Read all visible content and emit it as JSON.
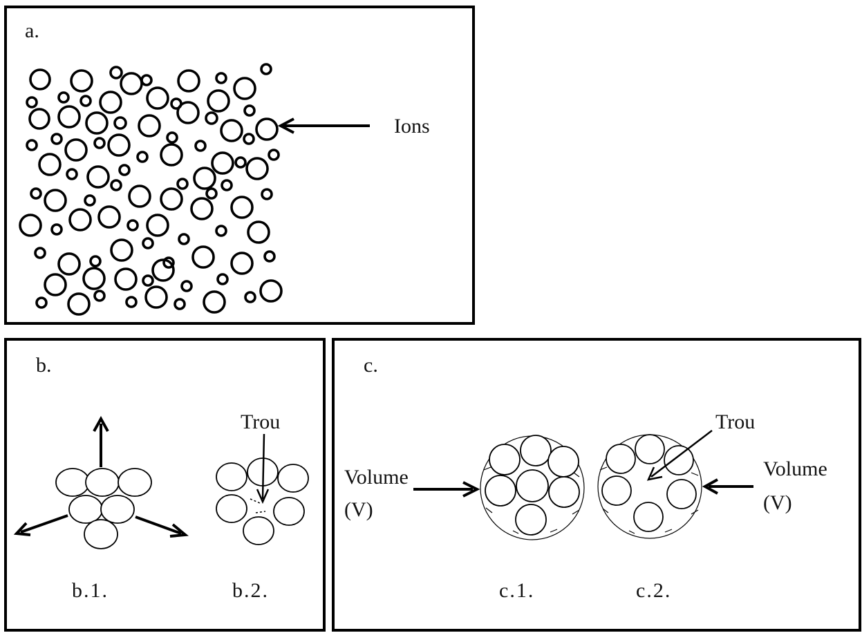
{
  "panels": {
    "a": {
      "label": "a.",
      "ions_label": "Ions"
    },
    "b": {
      "label": "b.",
      "hole_label": "Trou",
      "sub1": "b.1.",
      "sub2": "b.2."
    },
    "c": {
      "label": "c.",
      "hole_label": "Trou",
      "volume_left_line1": "Volume",
      "volume_left_line2": "(V)",
      "volume_right_line1": "Volume",
      "volume_right_line2": "(V)",
      "sub1": "c.1.",
      "sub2": "c.2."
    }
  }
}
